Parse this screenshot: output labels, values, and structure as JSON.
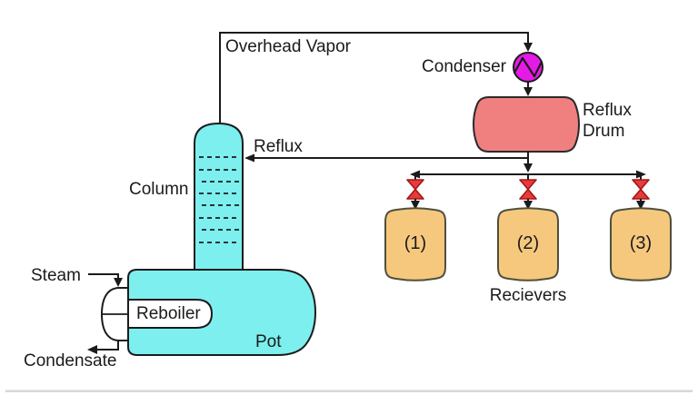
{
  "labels": {
    "overhead_vapor": "Overhead Vapor",
    "condenser": "Condenser",
    "reflux_drum": "Reflux Drum",
    "reflux": "Reflux",
    "column": "Column",
    "steam": "Steam",
    "reboiler": "Reboiler",
    "condensate": "Condensate",
    "pot": "Pot",
    "receivers_caption": "Recievers",
    "receiver_1": "(1)",
    "receiver_2": "(2)",
    "receiver_3": "(3)"
  },
  "colors": {
    "vessel_cyan": "#7DEFEF",
    "drum_salmon": "#F08080",
    "condenser_magenta": "#E61AE6",
    "receiver_tan": "#F6C87D",
    "valve_red": "#E43C3C",
    "valve_outline": "#A81414",
    "line": "#1b1b1b",
    "bottom_strip": "#d6d6d6"
  }
}
